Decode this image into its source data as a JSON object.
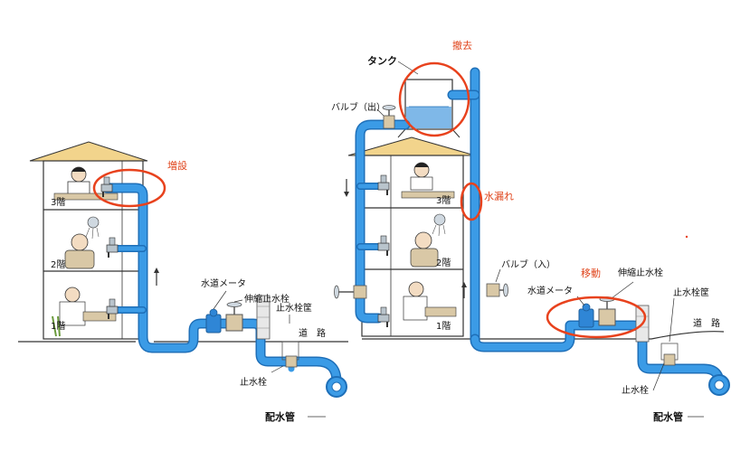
{
  "colors": {
    "pipe": "#3b9be6",
    "pipe_dark": "#1e6fb8",
    "roof": "#f2d48c",
    "building_line": "#333333",
    "ground": "#333333",
    "highlight": "#e8421d",
    "highlight_text": "#e0451c",
    "fixture": "#d9c8a6"
  },
  "left_diagram": {
    "annotations": {
      "extension": "増設"
    },
    "floors": {
      "f3": "3階",
      "f2": "2階",
      "f1": "1階"
    },
    "labels": {
      "water_meter": "水道メータ",
      "expansion_valve": "伸縮止水栓",
      "valve_box": "止水栓筐",
      "road": "道　路",
      "stop_valve": "止水栓",
      "distribution_main": "配水管"
    }
  },
  "right_diagram": {
    "annotations": {
      "removal": "撤去",
      "leak": "水漏れ",
      "relocation": "移動"
    },
    "floors": {
      "f3": "3階",
      "f2": "2階",
      "f1": "1階"
    },
    "labels": {
      "tank": "タンク",
      "valve_out": "バルブ（出）",
      "valve_in": "バルブ（入）",
      "water_meter": "水道メータ",
      "expansion_valve": "伸縮止水栓",
      "valve_box": "止水栓筐",
      "road": "道　路",
      "stop_valve": "止水栓",
      "distribution_main": "配水管"
    }
  }
}
